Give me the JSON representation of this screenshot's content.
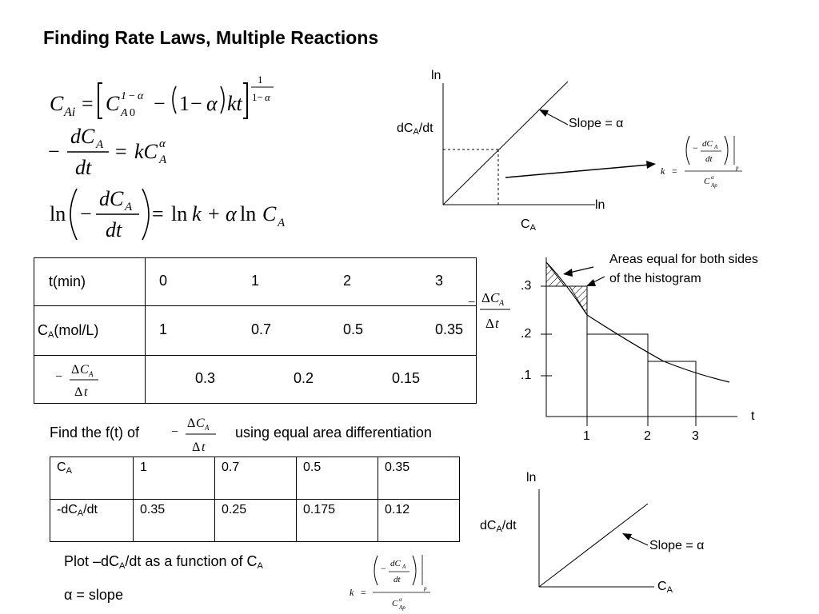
{
  "title": "Finding Rate Laws, Multiple Reactions",
  "plot1": {
    "y_label_top": "ln",
    "y_label": "dC",
    "y_label_sub": "A",
    "y_label_tail": "/dt",
    "x_label_right": "ln",
    "x_label": "C",
    "x_label_sub": "A",
    "slope_label": "Slope = α"
  },
  "histogram": {
    "annotation_line1": "Areas equal for both sides",
    "annotation_line2": "of the histogram",
    "y_ticks": [
      ".3",
      ".2",
      ".1"
    ],
    "x_ticks": [
      "1",
      "2",
      "3"
    ],
    "x_label": "t"
  },
  "table1": {
    "rows": [
      {
        "label": "t(min)",
        "values": [
          "0",
          "1",
          "2",
          "3"
        ]
      },
      {
        "label_main": "C",
        "label_sub": "A",
        "label_tail": "(mol/L)",
        "values": [
          "1",
          "0.7",
          "0.5",
          "0.35"
        ]
      },
      {
        "values": [
          "0.3",
          "0.2",
          "0.15"
        ]
      }
    ]
  },
  "find_text_prefix": "Find the f(t) of",
  "find_text_suffix": "using equal area differentiation",
  "table2": {
    "header_main": "C",
    "header_sub": "A",
    "row2_prefix": "-dC",
    "row2_sub": "A",
    "row2_tail": "/dt",
    "ca_values": [
      "1",
      "0.7",
      "0.5",
      "0.35"
    ],
    "rate_values": [
      "0.35",
      "0.25",
      "0.175",
      "0.12"
    ]
  },
  "plot_text_prefix": "Plot –dC",
  "plot_text_sub": "A",
  "plot_text_mid": "/dt as a function of C",
  "plot_text_sub2": "A",
  "alpha_text": "α = slope",
  "plot2": {
    "y_label_top": "ln",
    "y_label": "dC",
    "y_label_sub": "A",
    "y_label_tail": "/dt",
    "x_label": "C",
    "x_label_sub": "A",
    "slope_label": "Slope = α"
  }
}
